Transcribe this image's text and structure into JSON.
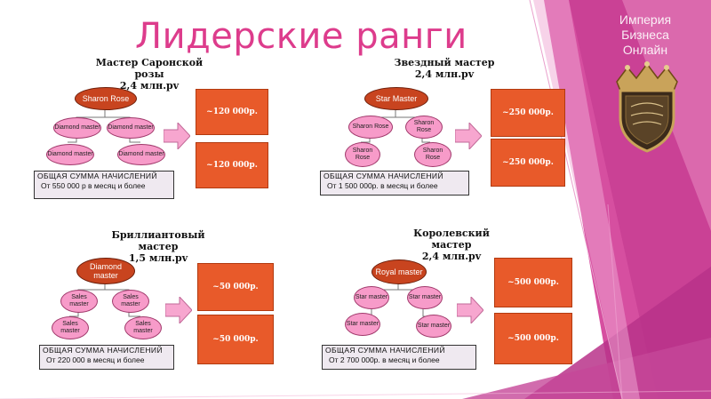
{
  "header": {
    "title": "Лидерские ранги",
    "brand": [
      "Империя",
      "Бизнеса",
      "Онлайн"
    ]
  },
  "colors": {
    "title_pink": "#dd3c8c",
    "box_orange": "#e85a2a",
    "parent_ellipse": "#c8441f",
    "child_ellipse": "#f79bc9",
    "deco_magenta": "#d04c9c"
  },
  "ranks": [
    {
      "title_lines": [
        "Мастер Саронской",
        "розы",
        "2,4 млн.pv"
      ],
      "parent": "Sharon Rose",
      "children": [
        "Diamond master",
        "Diamond master",
        "Diamond master",
        "Diamond master"
      ],
      "rewards": [
        "~120 000р.",
        "~120 000р."
      ],
      "note_line1": "ОБЩАЯ СУММА НАЧИСЛЕНИЙ",
      "note_line2": "От 550 000 р в месяц и более"
    },
    {
      "title_lines": [
        "Звездный мастер",
        "2,4 млн.pv"
      ],
      "parent": "Star Master",
      "children": [
        "Sharon Rose",
        "Sharon Rose",
        "Sharon Rose",
        "Sharon Rose"
      ],
      "rewards": [
        "~250 000р.",
        "~250 000р."
      ],
      "note_line1": "ОБЩАЯ СУММА НАЧИСЛЕНИЙ",
      "note_line2": "От 1 500 000р. в месяц и более"
    },
    {
      "title_lines": [
        "Бриллиантовый",
        "мастер",
        "1,5 млн.pv"
      ],
      "parent": "Diamond master",
      "children": [
        "Sales master",
        "Sales master",
        "Sales master",
        "Sales master"
      ],
      "rewards": [
        "~50 000р.",
        "~50 000р."
      ],
      "note_line1": "ОБЩАЯ СУММА НАЧИСЛЕНИЙ",
      "note_line2": "От 220 000 в месяц и более"
    },
    {
      "title_lines": [
        "Королевский",
        "мастер",
        "2,4 млн.pv"
      ],
      "parent": "Royal master",
      "children": [
        "Star master",
        "Star master",
        "Star master",
        "Star master"
      ],
      "rewards": [
        "~500 000р.",
        "~500 000р."
      ],
      "note_line1": "ОБЩАЯ СУММА НАЧИСЛЕНИЙ",
      "note_line2": "От 2 700 000р. в месяц и более"
    }
  ]
}
